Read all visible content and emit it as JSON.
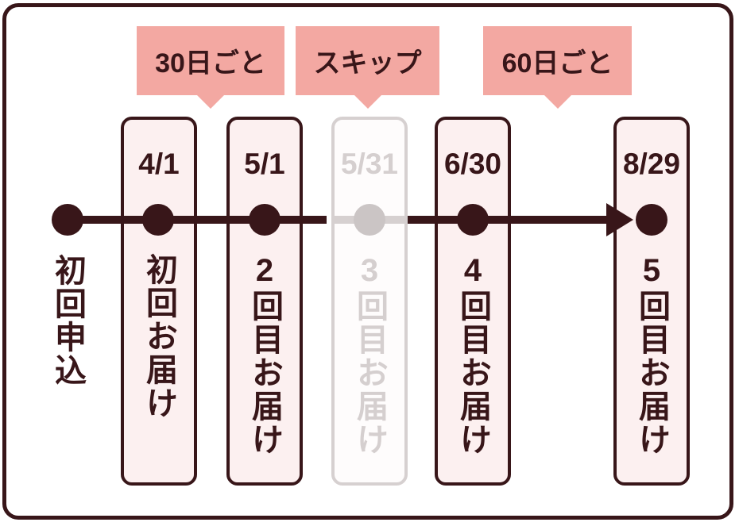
{
  "diagram": {
    "title_implicit": "subscription delivery schedule timeline",
    "badges": [
      {
        "label": "30日ごと",
        "points_to": "gap between first and second delivery"
      },
      {
        "label": "スキップ",
        "points_to": "skipped third delivery"
      },
      {
        "label": "60日ごと",
        "points_to": "gap between fourth and fifth delivery"
      }
    ],
    "start": {
      "label": "初回申込"
    },
    "timeline_items": [
      {
        "date": "4/1",
        "label": "初回お届け",
        "skipped": false
      },
      {
        "date": "5/1",
        "label": "2回目お届け",
        "skipped": false
      },
      {
        "date": "5/31",
        "label": "3回目お届け",
        "skipped": true
      },
      {
        "date": "6/30",
        "label": "4回目お届け",
        "skipped": false
      },
      {
        "date": "8/29",
        "label": "5回目お届け",
        "skipped": false
      }
    ],
    "colors": {
      "dark_maroon": "#381619",
      "badge_pink": "#f3a8a2",
      "card_fill_pink": "#fcf0f0",
      "skipped_border": "#d6d0d0",
      "skipped_text": "#d5cfcf",
      "skipped_dot": "#cbc5c5",
      "background": "#ffffff"
    }
  }
}
